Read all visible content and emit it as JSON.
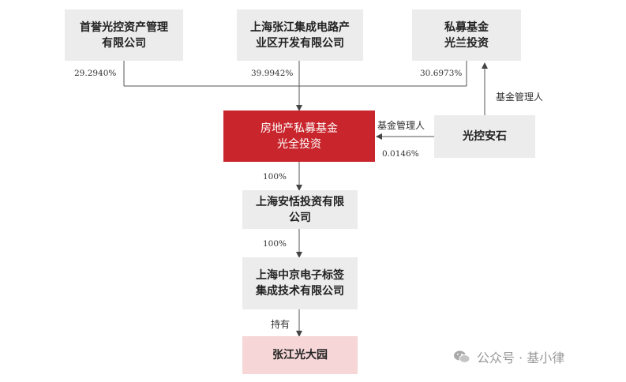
{
  "nodes": {
    "shouyu": [
      "首誉光控资产管理",
      "有限公司"
    ],
    "zhangjiang_ic": [
      "上海张江集成电路产",
      "业区开发有限公司"
    ],
    "guanglan": [
      "私募基金",
      "光兰投资"
    ],
    "fund": [
      "房地产私募基金",
      "光全投资"
    ],
    "guangkong_anshi": "光控安石",
    "antian": [
      "上海安恬投资有限",
      "公司"
    ],
    "zhongjing": [
      "上海中京电子标签",
      "集成技术有限公司"
    ],
    "park": "张江光大园"
  },
  "edges": {
    "shouyu_pct": "29.2940%",
    "zhangjiang_pct": "39.9942%",
    "guanglan_pct": "30.6973%",
    "anshi_pct": "0.0146%",
    "anshi_role_fund": "基金管理人",
    "anshi_role_guanglan": "基金管理人",
    "fund_to_antian": "100%",
    "antian_to_zhongjing": "100%",
    "zhongjing_to_park": "持有"
  },
  "watermark": {
    "text": "公众号 · 基小律",
    "icon": "wechat-icon"
  },
  "colors": {
    "main_fill": "#c8252c",
    "target_fill": "#f6d6d6",
    "box_fill": "#ececec",
    "line": "#444444"
  }
}
